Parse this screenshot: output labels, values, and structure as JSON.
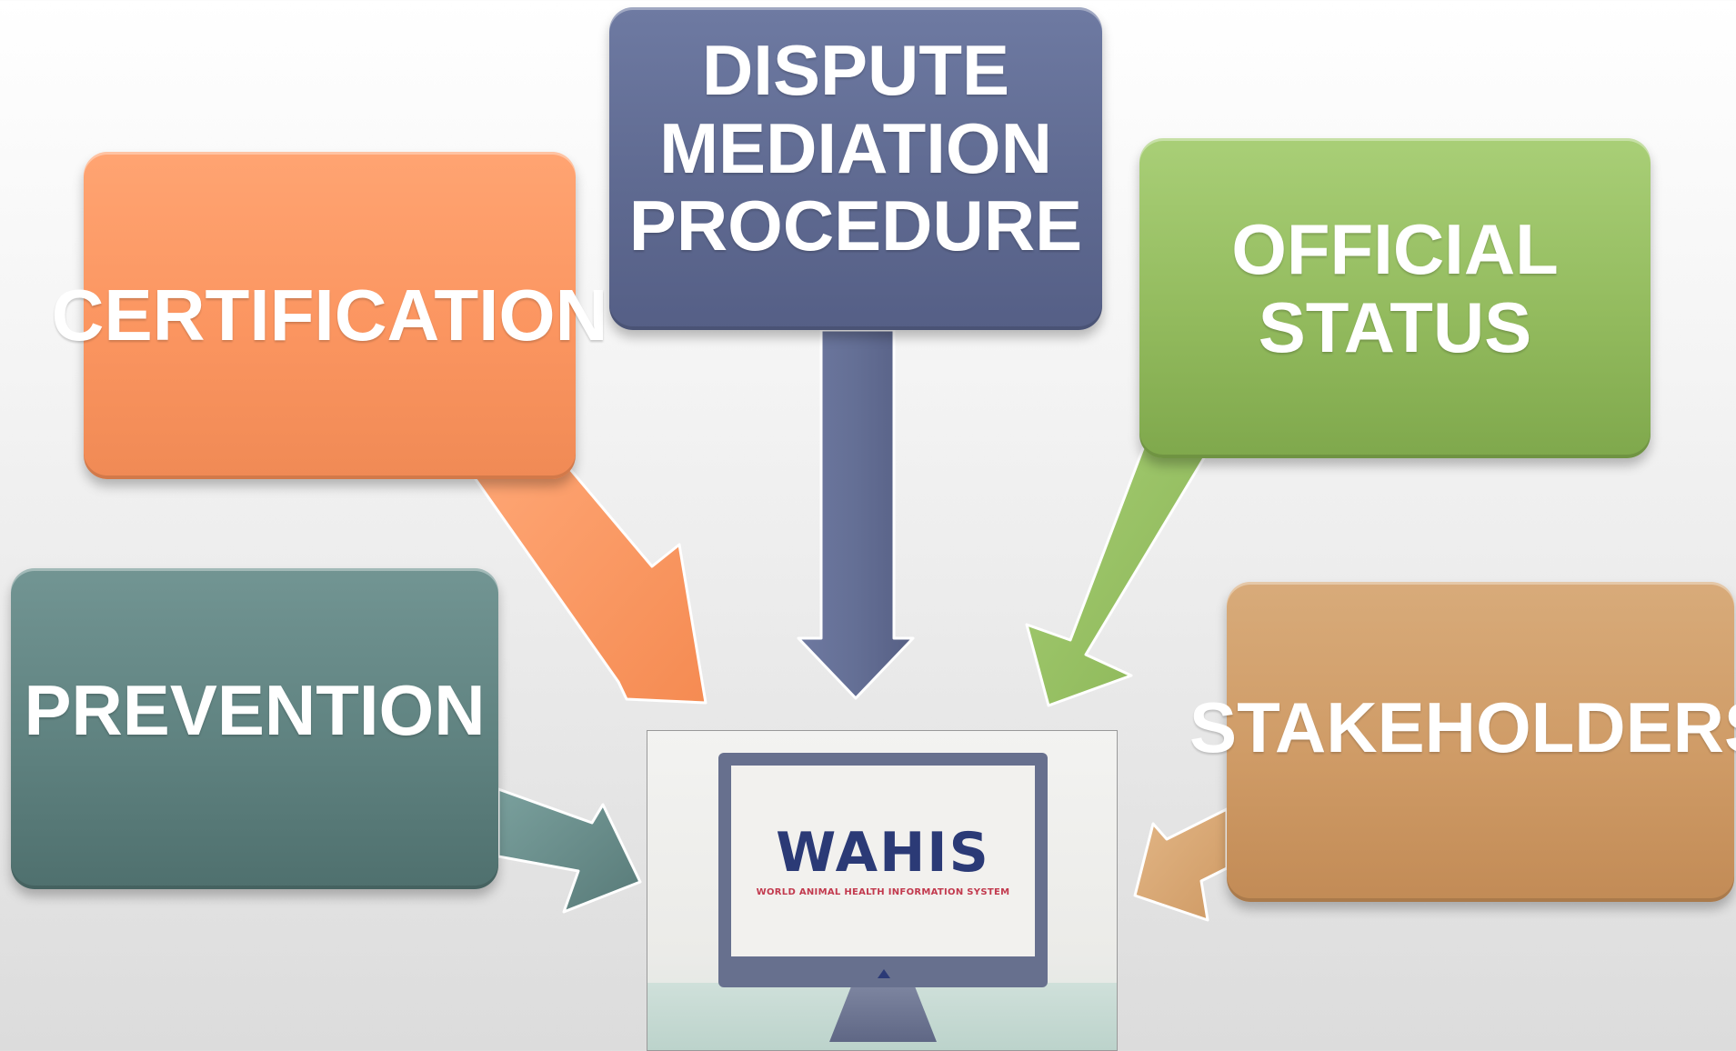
{
  "boxes": {
    "certification": {
      "label": "CERTIFICATION"
    },
    "dispute": {
      "line1": "DISPUTE",
      "line2": "MEDIATION",
      "line3": "PROCEDURE"
    },
    "official_status": {
      "line1": "OFFICIAL",
      "line2": "STATUS"
    },
    "prevention": {
      "label": "PREVENTION"
    },
    "stakeholders": {
      "label": "STAKEHOLDERS"
    }
  },
  "center_image": {
    "brand": "WAHIS",
    "subtitle": "WORLD ANIMAL HEALTH INFORMATION SYSTEM"
  },
  "colors": {
    "certification": "#fb9560",
    "dispute": "#5f6a91",
    "official_status": "#93bb5e",
    "prevention": "#5f8280",
    "stakeholders": "#cf9b66"
  }
}
